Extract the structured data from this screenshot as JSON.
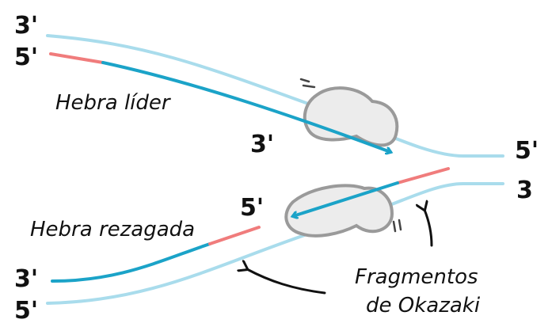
{
  "colors": {
    "template_strand": "#a9dcec",
    "new_strand": "#1ba3c8",
    "primer": "#f07c7c",
    "enzyme": "#9a9a9a",
    "enzyme_fill": "#ececec",
    "ink": "#111111"
  },
  "labels": {
    "top_left_3": "3'",
    "top_left_5": "5'",
    "leading_strand": "Hebra líder",
    "leading_3": "3'",
    "right_5": "5'",
    "right_3": "3",
    "lagging_5": "5'",
    "lagging_strand": "Hebra rezagada",
    "bottom_left_3": "3'",
    "bottom_left_5": "5'",
    "okazaki_line1": "Fragmentos",
    "okazaki_line2": "de Okazaki"
  }
}
